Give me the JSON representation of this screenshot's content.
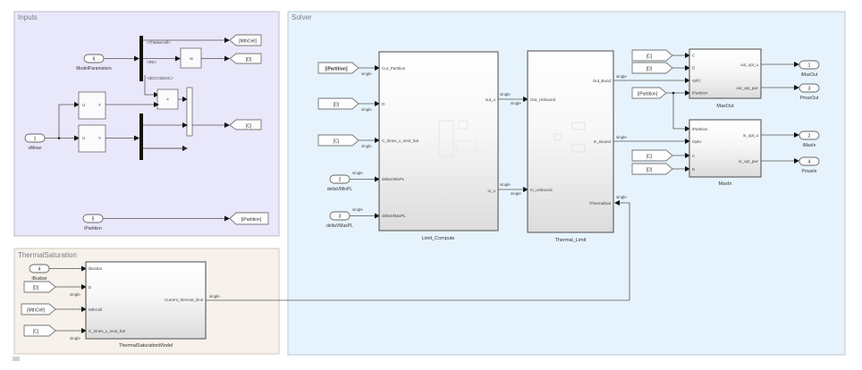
{
  "areas": {
    "inputs": {
      "title": "Inputs",
      "color": "#e9e8fb"
    },
    "thermal_saturation": {
      "title": "ThermalSaturation",
      "color": "#f6f1ea"
    },
    "solver": {
      "title": "Solver",
      "color": "#e6f3fc"
    }
  },
  "inputs": {
    "model_parameters": {
      "number": "6",
      "name": "ModelParameters"
    },
    "vmean": {
      "number": "1",
      "name": "vMean"
    },
    "ipartition": {
      "number": "5",
      "name": "iPartition"
    },
    "bus_signals": [
      "<ThMaxCell>",
      "<R0>",
      "<dOCVdSOC>"
    ],
    "gain_label": "-u",
    "product_label": "×",
    "fcn_port_in": "U",
    "fcn_port_out": "Y",
    "goto_tags": [
      "[MthCell]",
      "[D]",
      "[C]",
      "[iPartition]"
    ]
  },
  "thermal": {
    "ibusbar": {
      "number": "4",
      "name": "iBusbar"
    },
    "from_tags": [
      "[D]",
      "[MthCell]",
      "[C]"
    ],
    "signal_type": "single",
    "block": {
      "name": "ThermalSaturationModel",
      "inputs": [
        "iBusbar",
        "D",
        "MthCell",
        "C_times_x_next_hat"
      ],
      "output": "Current_thermal_limit"
    }
  },
  "solver": {
    "from_tags": [
      "[iPartition]",
      "[D]",
      "[C]"
    ],
    "inports": [
      {
        "number": "2",
        "name": "deltaVMinPL"
      },
      {
        "number": "3",
        "name": "deltaVMaxPL"
      }
    ],
    "signal_type": "single",
    "limit_compute": {
      "name": "Limit_Compute",
      "inputs": [
        "Cur_Partition",
        "D",
        "C_times_x_next_hat",
        "deltaVMinPL",
        "deltaVMaxPL"
      ],
      "outputs": [
        "out_u",
        "in_u"
      ]
    },
    "thermal_limit": {
      "name": "Thermal_Limit",
      "inputs": [
        "Out_Unbound",
        "In_Unbound",
        "iThermalSat"
      ],
      "outputs": [
        "Out_Bond",
        "In_Bound"
      ]
    },
    "maxout": {
      "name": "MaxOut",
      "inputs": [
        "C",
        "D",
        "optU",
        "iPartition"
      ],
      "outputs": [
        "out_opt_u",
        "out_opt_pwr"
      ],
      "from_tags": [
        "[C]",
        "[D]",
        "[iPartition]"
      ]
    },
    "maxin": {
      "name": "MaxIn",
      "inputs": [
        "iPartition",
        "OptU",
        "C",
        "D"
      ],
      "outputs": [
        "in_opt_u",
        "in_opt_pwr"
      ],
      "from_tags": [
        "[C]",
        "[D]"
      ]
    },
    "outports": [
      {
        "number": "1",
        "name": "iMaxOut"
      },
      {
        "number": "3",
        "name": "PmaxOut"
      },
      {
        "number": "2",
        "name": "iMaxIn"
      },
      {
        "number": "4",
        "name": "PmaxIn"
      }
    ]
  }
}
